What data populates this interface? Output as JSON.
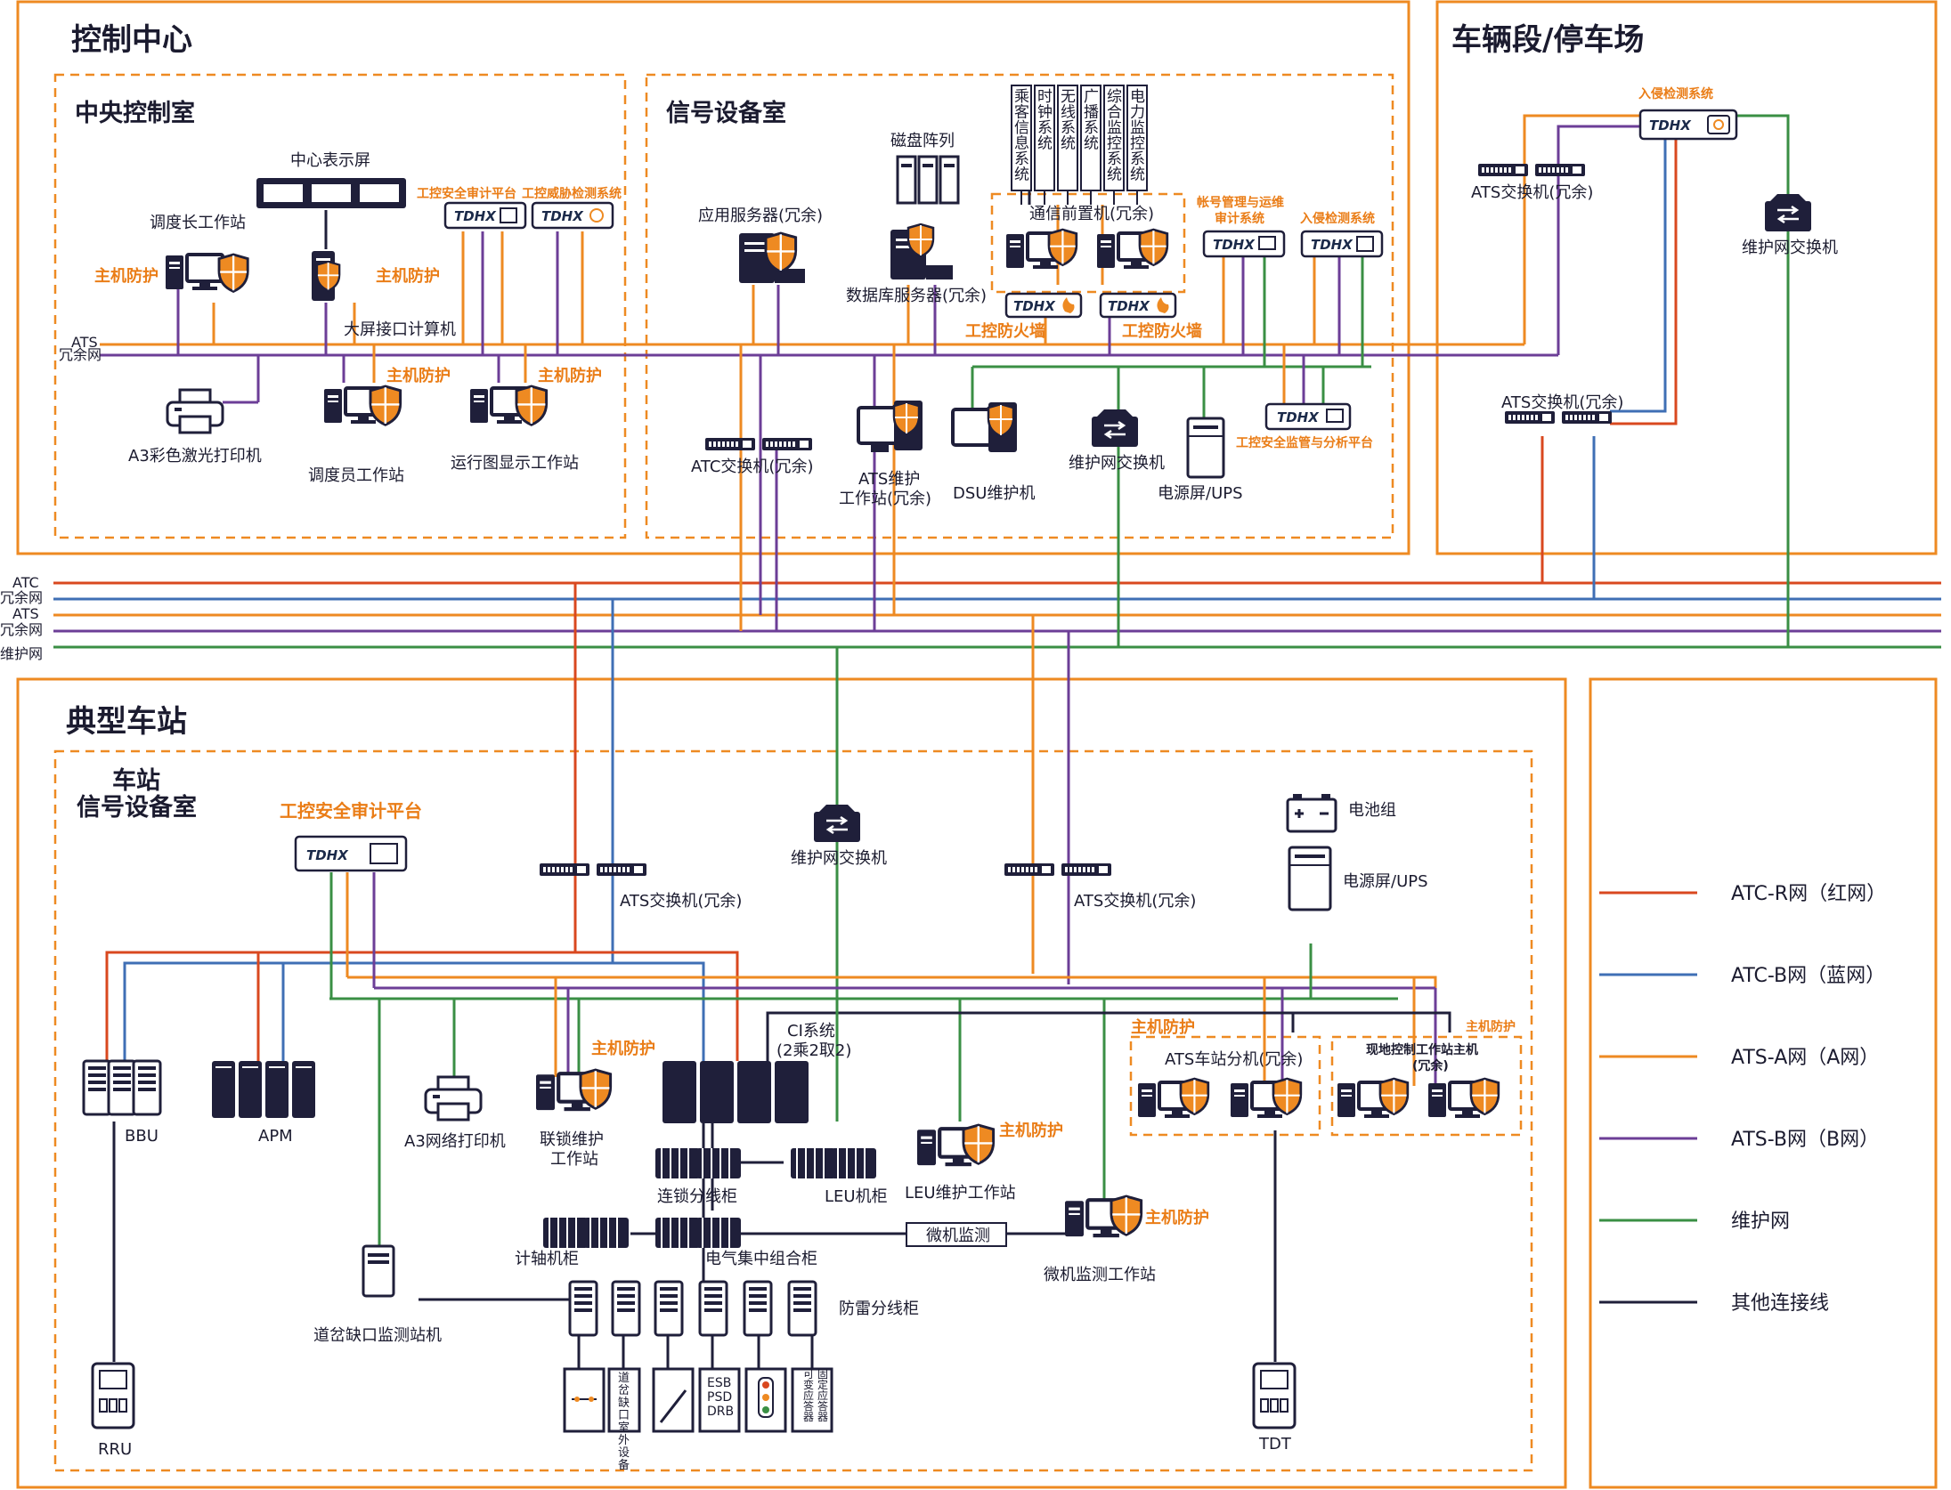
{
  "colors": {
    "red": "#d9481f",
    "blue": "#3f6fb5",
    "orange": "#ee8a22",
    "purple": "#6c3e97",
    "green": "#3a8f44",
    "dark": "#1f1f3a",
    "frame": "#ee8a22"
  },
  "regions": {
    "control_center": "控制中心",
    "central_room": "中央控制室",
    "signal_room": "信号设备室",
    "depot": "车辆段/停车场",
    "station": "典型车站",
    "station_room_line1": "车站",
    "station_room_line2": "信号设备室"
  },
  "bus_labels": {
    "atc": "ATC",
    "atc_redundant": "冗余网",
    "ats": "ATS",
    "ats_redundant": "冗余网",
    "maint": "维护网"
  },
  "local_bus": {
    "ats": "ATS",
    "redundant": "冗余网"
  },
  "logo_text": "TDHX",
  "central": {
    "center_screen": "中心表示屏",
    "dispatcher_chief": "调度长工作站",
    "host_protect_1": "主机防护",
    "host_protect_2": "主机防护",
    "host_protect_3": "主机防护",
    "host_protect_4": "主机防护",
    "audit_platform": "工控安全审计平台",
    "threat_detect": "工控威胁检测系统",
    "big_screen_pc": "大屏接口计算机",
    "printer": "A3彩色激光打印机",
    "dispatcher_ws": "调度员工作站",
    "timetable_ws": "运行图显示工作站"
  },
  "signal": {
    "app_server": "应用服务器(冗余)",
    "disk_array": "磁盘阵列",
    "db_server": "数据库服务器(冗余)",
    "systems": [
      "乘客信息系统",
      "时钟系统",
      "无线系统",
      "广播系统",
      "综合监控系统",
      "电力监控系统"
    ],
    "comm_frontend": "通信前置机(冗余)",
    "account_audit_1": "帐号管理与运维",
    "account_audit_2": "审计系统",
    "intrusion": "入侵检测系统",
    "firewall_1": "工控防火墙",
    "firewall_2": "工控防火墙",
    "atc_switch": "ATC交换机(冗余)",
    "ats_maint_ws_1": "ATS维护",
    "ats_maint_ws_2": "工作站(冗余)",
    "dsu": "DSU维护机",
    "maint_switch": "维护网交换机",
    "power_ups": "电源屏/UPS",
    "security_platform": "工控安全监管与分析平台"
  },
  "depot": {
    "intrusion": "入侵检测系统",
    "ats_switch_top": "ATS交换机(冗余)",
    "maint_switch": "维护网交换机",
    "ats_switch": "ATS交换机(冗余)"
  },
  "station": {
    "audit_platform": "工控安全审计平台",
    "ats_switch_1": "ATS交换机(冗余)",
    "maint_switch": "维护网交换机",
    "ats_switch_2": "ATS交换机(冗余)",
    "battery": "电池组",
    "power_ups": "电源屏/UPS",
    "host_protect_1": "主机防护",
    "host_protect_2": "主机防护",
    "host_protect_3": "主机防护",
    "host_protect_4": "主机防护",
    "host_protect_5": "主机防护",
    "ci_line1": "CI系统",
    "ci_line2": "(2乘2取2)",
    "ats_branch": "ATS车站分机(冗余)",
    "local_ctrl_1": "现地控制工作站主机",
    "local_ctrl_2": "(冗余)",
    "bbu": "BBU",
    "apm": "APM",
    "printer": "A3网络打印机",
    "interlock_ws_1": "联锁维护",
    "interlock_ws_2": "工作站",
    "interlock_cab": "连锁分线柜",
    "leu_cab": "LEU机柜",
    "leu_ws": "LEU维护工作站",
    "axle_cab": "计轴机柜",
    "relay_cab": "电气集中组合柜",
    "micro_mon": "微机监测",
    "micro_ws": "微机监测工作站",
    "lightning_cab": "防雷分线柜",
    "switch_gap": "道岔缺口监测站机",
    "rru": "RRU",
    "tdt": "TDT",
    "field_switch_gap": "道岔缺口室外设备",
    "field_esb": [
      "ESB",
      "PSD",
      "DRB"
    ],
    "field_variable": "可变应答器",
    "field_fixed": "固定应答器"
  },
  "legend": [
    {
      "label": "ATC-R网（红网）",
      "color": "#d9481f"
    },
    {
      "label": "ATC-B网（蓝网）",
      "color": "#3f6fb5"
    },
    {
      "label": "ATS-A网（A网）",
      "color": "#ee8a22"
    },
    {
      "label": "ATS-B网（B网）",
      "color": "#6c3e97"
    },
    {
      "label": "维护网",
      "color": "#3a8f44"
    },
    {
      "label": "其他连接线",
      "color": "#1f1f3a"
    }
  ]
}
